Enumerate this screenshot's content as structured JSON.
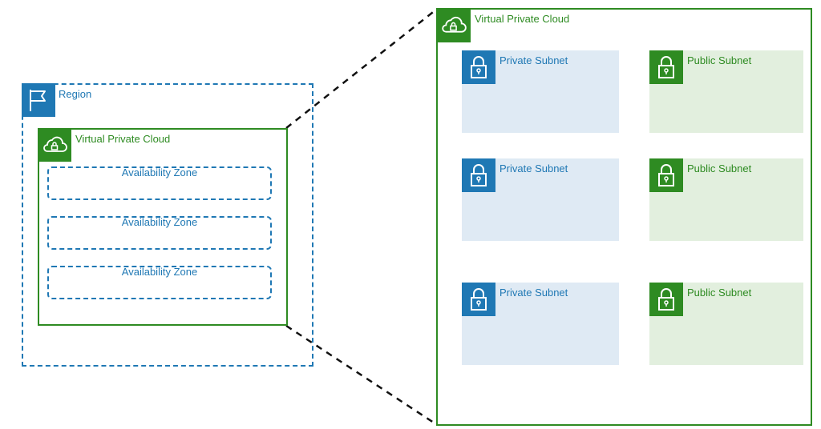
{
  "region": {
    "label": "Region",
    "icon": "flag-icon",
    "color": "#1f78b4"
  },
  "vpc_small": {
    "label": "Virtual Private Cloud",
    "icon": "cloud-lock-icon",
    "color": "#2e8b22",
    "availability_zones": [
      {
        "label": "Availability Zone"
      },
      {
        "label": "Availability Zone"
      },
      {
        "label": "Availability Zone"
      }
    ]
  },
  "vpc_big": {
    "label": "Virtual Private Cloud",
    "icon": "cloud-lock-icon",
    "subnets": [
      {
        "type": "private",
        "label": "Private Subnet",
        "icon": "padlock-icon"
      },
      {
        "type": "public",
        "label": "Public Subnet",
        "icon": "padlock-icon"
      },
      {
        "type": "private",
        "label": "Private Subnet",
        "icon": "padlock-icon"
      },
      {
        "type": "public",
        "label": "Public Subnet",
        "icon": "padlock-icon"
      },
      {
        "type": "private",
        "label": "Private Subnet",
        "icon": "padlock-icon"
      },
      {
        "type": "public",
        "label": "Public Subnet",
        "icon": "padlock-icon"
      }
    ]
  },
  "colors": {
    "private": "#1f78b4",
    "public": "#2e8b22",
    "private_fill": "#dfeaf4",
    "public_fill": "#e2efde"
  }
}
